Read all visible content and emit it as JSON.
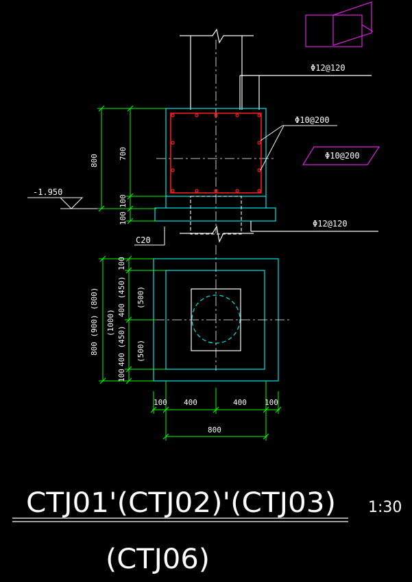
{
  "colors": {
    "background": "#000000",
    "line": "#ffffff",
    "rebar": "#ff2020",
    "dimension": "#00ff00",
    "foundation": "#00e5e5",
    "note": "#e020e0"
  },
  "section": {
    "rebar_top": "Φ12@120",
    "stirrup_label": "Φ10@200",
    "stirrup_symbol": "Φ10@200",
    "rebar_bottom": "Φ12@120",
    "elevation": "-1.950",
    "concrete": "C20",
    "dims_left": {
      "total": "800",
      "upper": "700",
      "lower": "100",
      "base": "100"
    }
  },
  "plan": {
    "dims_left": {
      "total": "800 (900) (800)",
      "a": "(1000)",
      "top_half": "400 (450)",
      "top_half_alt": "(500)",
      "bottom_half": "400 (450)",
      "bottom_half_alt": "(500)",
      "top_margin": "100",
      "bottom_margin": "100"
    },
    "dims_bottom": {
      "left_margin": "100",
      "left_half": "400",
      "right_half": "400",
      "right_margin": "100",
      "total": "800"
    }
  },
  "title": {
    "line1": "CTJ01'(CTJ02)'(CTJ03)",
    "line2": "(CTJ06)",
    "scale": "1:30"
  }
}
